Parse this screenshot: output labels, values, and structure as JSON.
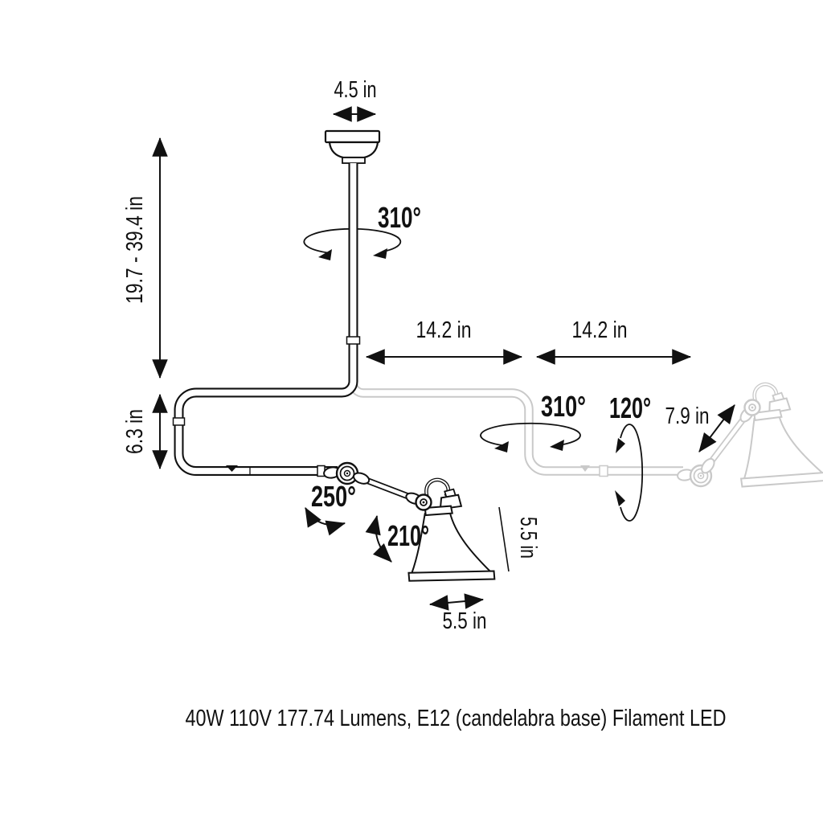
{
  "colors": {
    "ink": "#111111",
    "ghost": "#c9c9c9",
    "background": "#ffffff"
  },
  "labels": {
    "canopy_width": "4.5 in",
    "height_range": "19.7 - 39.4 in",
    "frame_height": "6.3 in",
    "stem_rotation": "310°",
    "arm_span_left": "14.2 in",
    "arm_span_right": "14.2 in",
    "arm_rotation": "310°",
    "forearm_swing": "120°",
    "forearm_length": "7.9 in",
    "elbow_rotation": "250°",
    "head_rotation": "210°",
    "shade_height": "5.5 in",
    "shade_diameter": "5.5 in",
    "spec": "40W 110V 177.74 Lumens, E12 (candelabra base) Filament LED"
  }
}
